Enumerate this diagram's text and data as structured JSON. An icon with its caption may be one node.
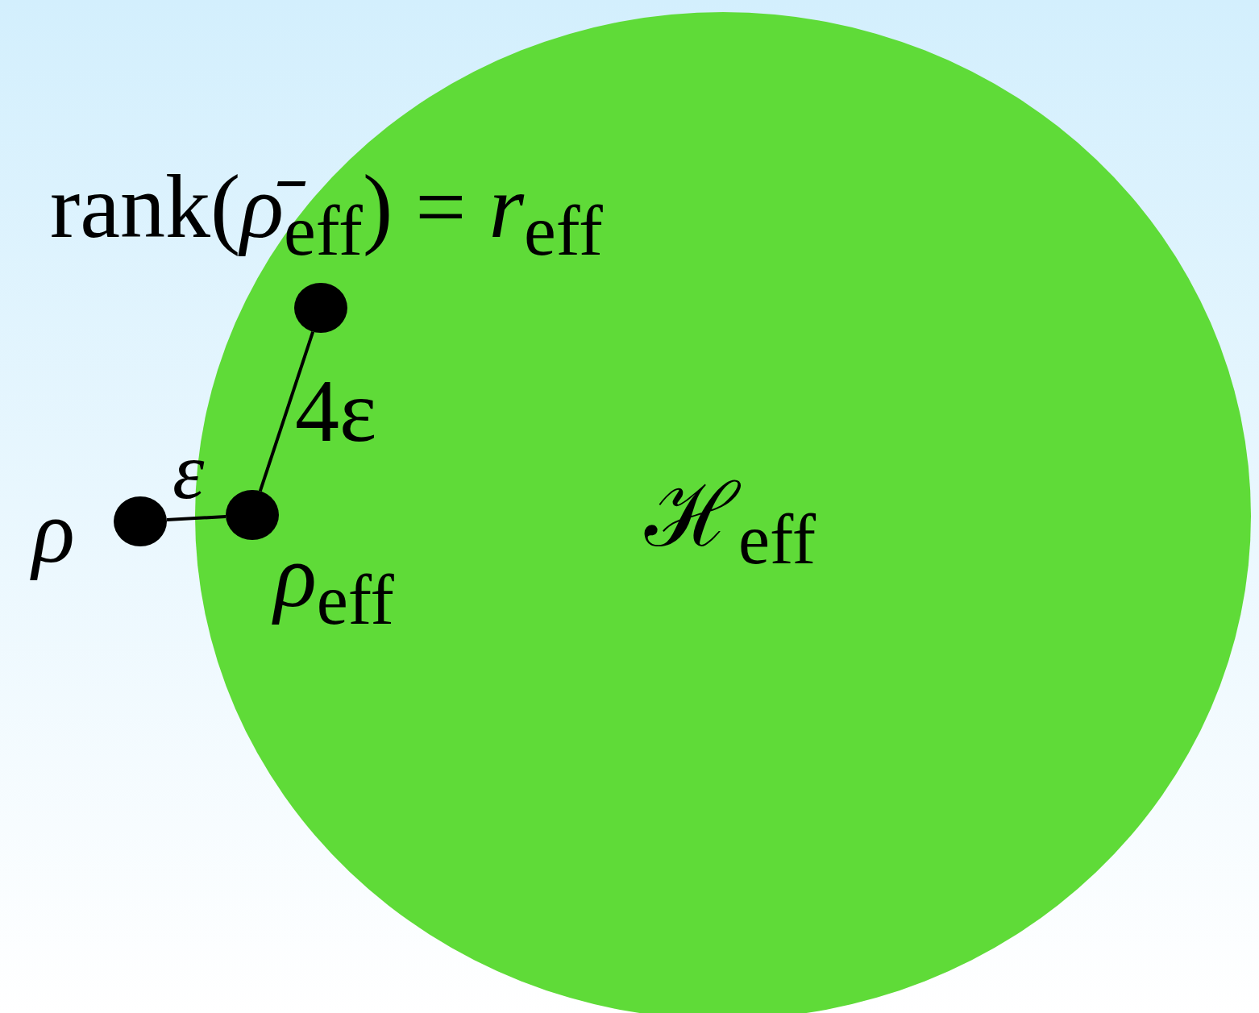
{
  "diagram": {
    "nodes": [
      {
        "text": [
          "ℋ$_{eff}$"
        ]
      },
      {
        "text": [],
        "shape": "circle",
        "beside": [
          "*ρ*"
        ]
      },
      {
        "text": [],
        "shape": "circle",
        "beside": [
          "*ρ*$_{eff}$"
        ],
        "in": 0
      },
      {
        "text": [],
        "shape": "circle",
        "beside": [
          "rank(*ρ̄*$_{eff}$) = *r*$_{eff}$"
        ],
        "in": 0
      }
    ],
    "edges": [
      {
        "from": 1,
        "to": 2,
        "arrow": "none",
        "label": "*ε*"
      },
      {
        "from": 2,
        "to": 3,
        "arrow": "none",
        "label": "4ε"
      }
    ]
  }
}
